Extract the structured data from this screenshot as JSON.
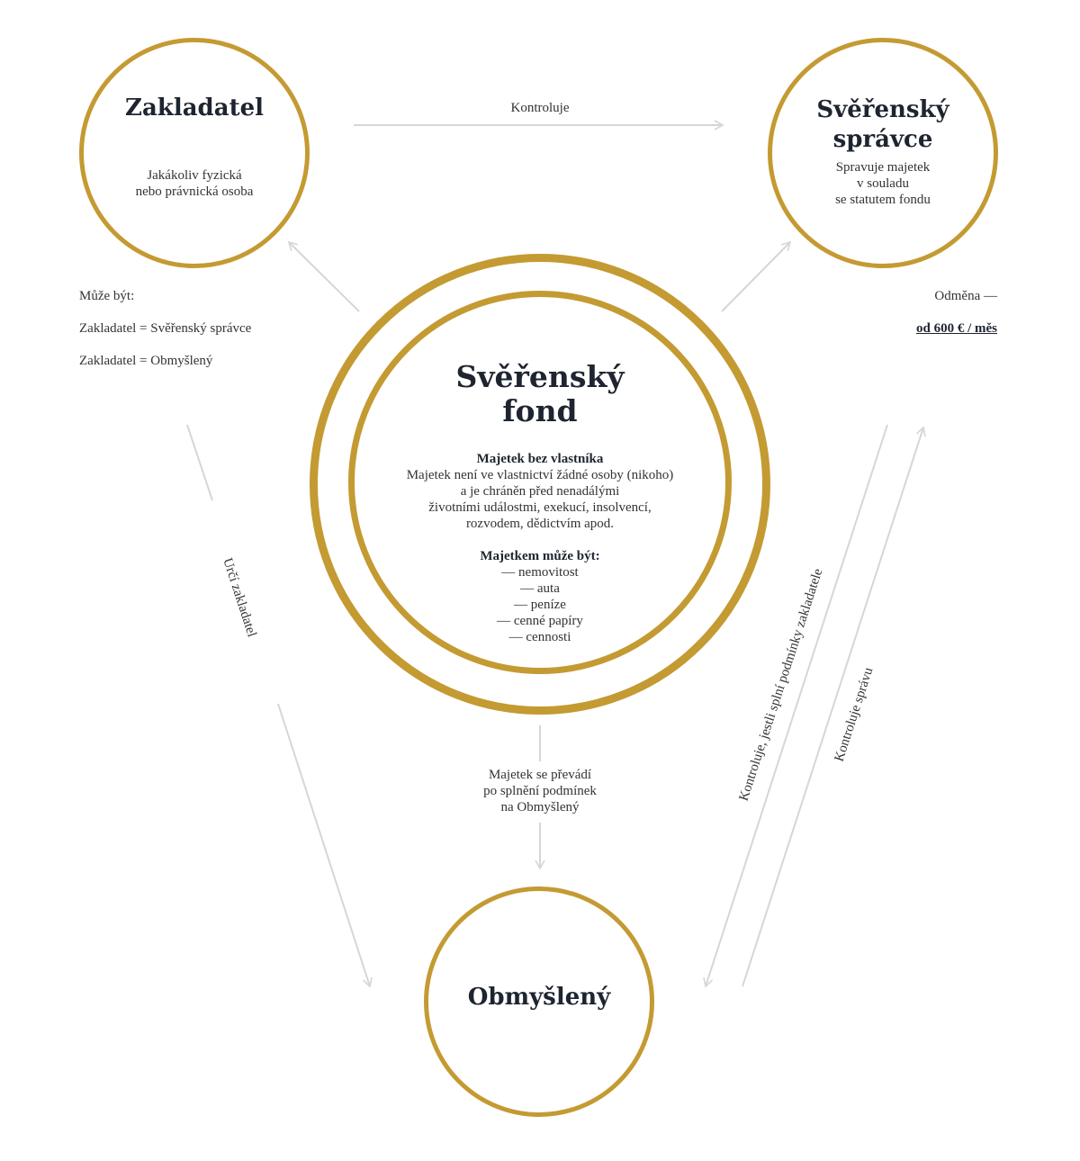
{
  "colors": {
    "ring": "#c49a32",
    "arrow": "#d6d6d6",
    "title": "#1e2530"
  },
  "nodes": {
    "founder": {
      "title": "Zakladatel",
      "desc": [
        "Jakákoliv fyzická",
        "nebo právnická osoba"
      ]
    },
    "trustee": {
      "title": [
        "Svěřenský",
        "správce"
      ],
      "desc": [
        "Spravuje majetek",
        "v souladu",
        "se statutem fondu"
      ]
    },
    "fund": {
      "title": [
        "Svěřenský",
        "fond"
      ],
      "block1_head": "Majetek bez vlastníka",
      "block1_lines": [
        "Majetek není ve vlastnictví žádné osoby (nikoho)",
        "a je chráněn před nenadálými",
        "životními událostmi, exekucí, insolvencí,",
        "rozvodem, dědictvím apod."
      ],
      "block2_head": "Majetkem může být:",
      "block2_items": [
        "— nemovitost",
        "— auta",
        "— peníze",
        "— cenné papíry",
        "— cennosti"
      ]
    },
    "beneficiary": {
      "title": "Obmyšlený"
    }
  },
  "edges": {
    "controls": "Kontroluje",
    "founder_note": [
      "Může být:",
      "Zakladatel = Svěřenský správce",
      "Zakladatel = Obmyšlený"
    ],
    "reward_label": "Odměna —",
    "reward_value": "od 600 € / měs",
    "determines": "Určí zakladatel",
    "transfer": [
      "Majetek se převádí",
      "po splnění podmínek",
      "na Obmyšlený"
    ],
    "checks_conditions": "Kontroluje, jestli splní podmínky zakladatele",
    "checks_management": "Kontroluje správu"
  }
}
